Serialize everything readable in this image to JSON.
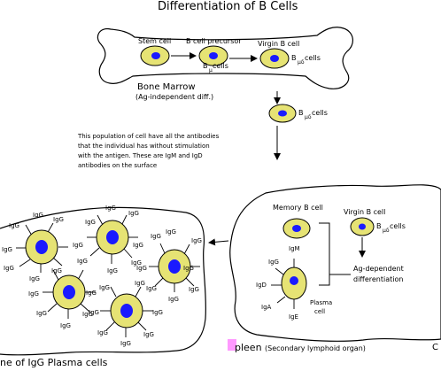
{
  "title": "Differentiation of B Cells",
  "bone_marrow": {
    "stem_cell": "Stem cell",
    "b_precursor": "B cell precursor",
    "b_mu_cells": "B",
    "b_mu_sub": "μ",
    "b_mu_tail": "cells",
    "virgin_b": "Virgin B cell",
    "b_mud_cells": "B",
    "b_mud_sub": "μδ",
    "b_mud_tail": "cells",
    "label": "Bone Marrow",
    "sublabel": "(Ag-independent diff.)"
  },
  "transit": {
    "b_cells": "B",
    "sub": "μδ",
    "tail": "cells"
  },
  "note": [
    "This population of cell have all the antibodies",
    "that the individual has without stimulation",
    "with the antigen.  These are IgM and IgD",
    "antibodies on the surface"
  ],
  "spleen": {
    "memory": "Memory B cell",
    "virgin": "Virgin B cell",
    "b_cells": "B",
    "sub": "μδ",
    "tail": "cells",
    "igm": "IgM",
    "igg": "IgG",
    "igd": "IgD",
    "iga": "IgA",
    "ige": "IgE",
    "plasma": "Plasma",
    "cell": "cell",
    "ag_dep": "Ag-dependent",
    "diff": "differentiation",
    "label": "pleen",
    "sublabel": "(Secondary lymphoid organ)",
    "edge_letter": "C"
  },
  "plasma": {
    "igg": "IgG",
    "bottom_label": "ne of IgG Plasma cells"
  }
}
